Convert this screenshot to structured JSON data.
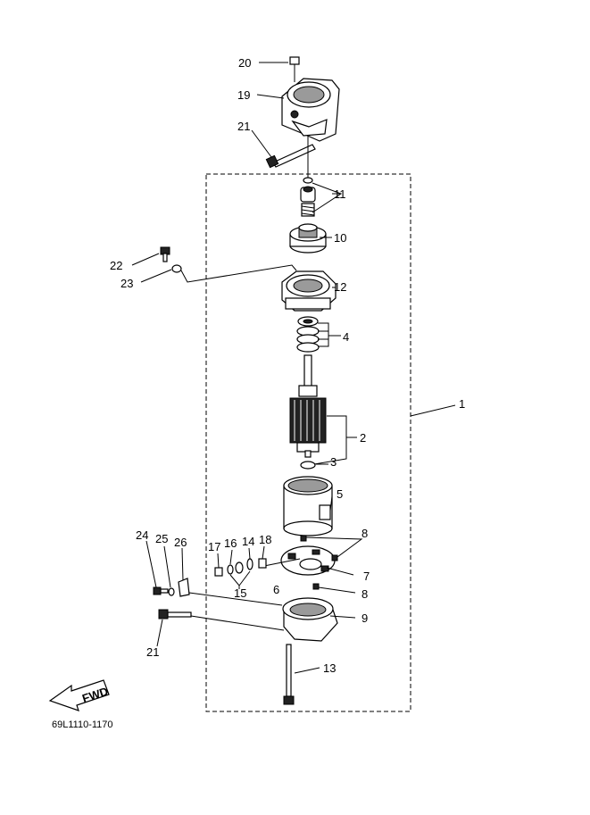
{
  "diagram": {
    "code": "69L1110-1170",
    "fwd_label": "FWD",
    "callouts": {
      "c1": "1",
      "c2": "2",
      "c3": "3",
      "c4": "4",
      "c5": "5",
      "c6": "6",
      "c7": "7",
      "c8a": "8",
      "c8b": "8",
      "c9": "9",
      "c10": "10",
      "c11": "11",
      "c12": "12",
      "c13": "13",
      "c14": "14",
      "c15": "15",
      "c16": "16",
      "c17": "17",
      "c18": "18",
      "c19": "19",
      "c20": "20",
      "c21a": "21",
      "c21b": "21",
      "c22": "22",
      "c23": "23",
      "c24": "24",
      "c25": "25",
      "c26": "26"
    }
  }
}
